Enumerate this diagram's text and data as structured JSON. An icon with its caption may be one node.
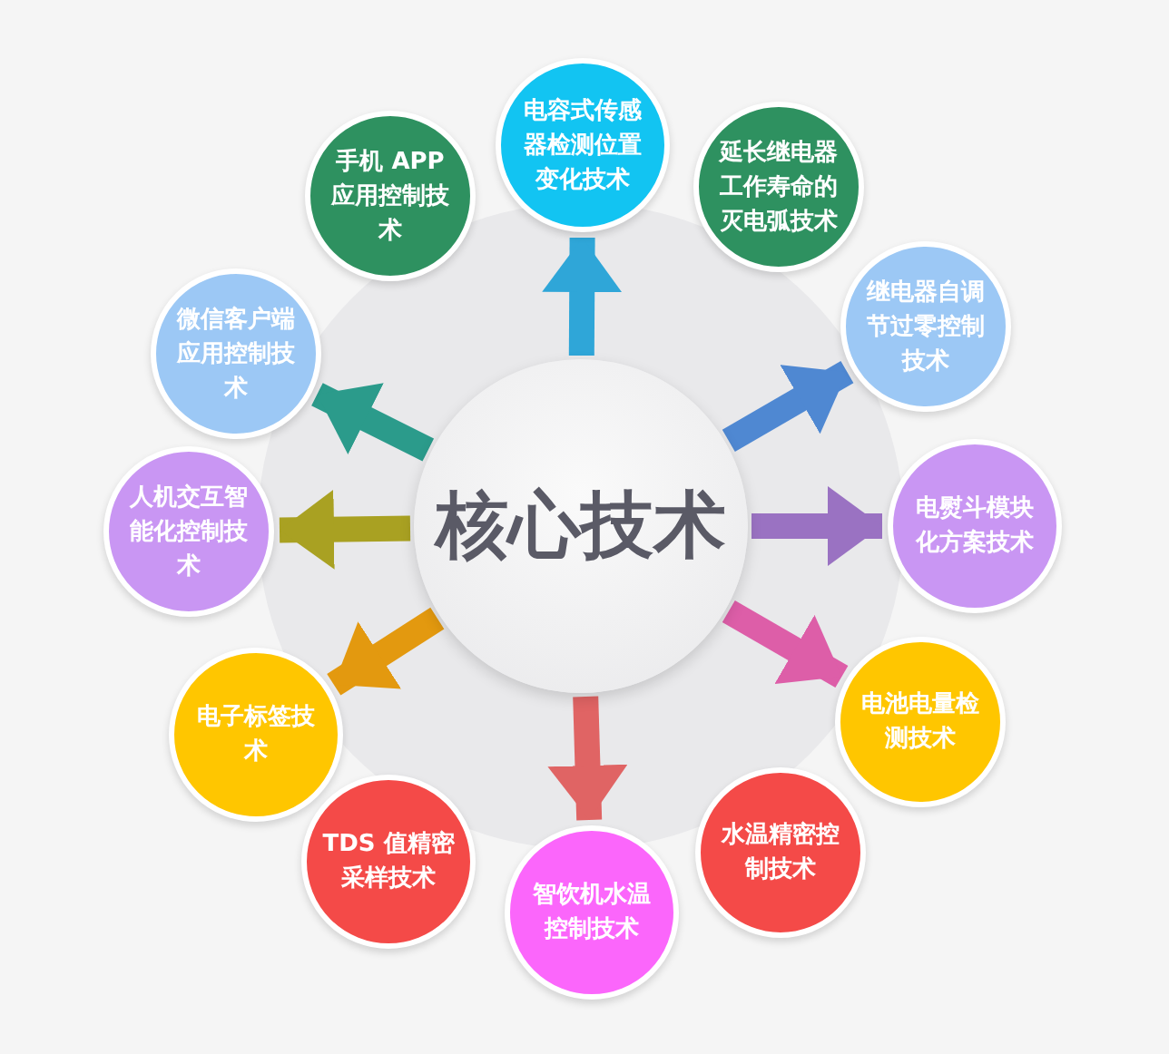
{
  "diagram": {
    "nodes": [
      {
        "text": [
          "核心技术"
        ]
      },
      {
        "text": [
          "电容式传感器检测位置变化技术"
        ]
      },
      {
        "text": [
          "延长继电器工作寿命的灭电弧技术"
        ]
      },
      {
        "text": [
          "继电器自调节过零控制技术"
        ]
      },
      {
        "text": [
          "电熨斗模块化方案技术"
        ]
      },
      {
        "text": [
          "电池电量检测技术"
        ]
      },
      {
        "text": [
          "水温精密控制技术"
        ]
      },
      {
        "text": [
          "智饮机水温控制技术"
        ]
      },
      {
        "text": [
          "TDS 值精密采样技术"
        ]
      },
      {
        "text": [
          "电子标签技术"
        ]
      },
      {
        "text": [
          "人机交互智能化控制技术"
        ]
      },
      {
        "text": [
          "微信客户端应用控制技术"
        ]
      },
      {
        "text": [
          "手机 APP 应用控制技术"
        ]
      }
    ],
    "edges": [
      {
        "from": 0,
        "to": 1,
        "arrow": "to",
        "color": "#2fa6d8"
      },
      {
        "from": 0,
        "to": 3,
        "arrow": "to",
        "color": "#4f88d2"
      },
      {
        "from": 0,
        "to": 4,
        "arrow": "to",
        "color": "#9a72c2"
      },
      {
        "from": 0,
        "to": 5,
        "arrow": "to",
        "color": "#dd5ea8"
      },
      {
        "from": 0,
        "to": 7,
        "arrow": "to",
        "color": "#e06464"
      },
      {
        "from": 0,
        "to": 9,
        "arrow": "to",
        "color": "#e3990f"
      },
      {
        "from": 0,
        "to": 10,
        "arrow": "to",
        "color": "#a9a122"
      },
      {
        "from": 0,
        "to": 11,
        "arrow": "to",
        "color": "#2b9b8b"
      }
    ]
  }
}
